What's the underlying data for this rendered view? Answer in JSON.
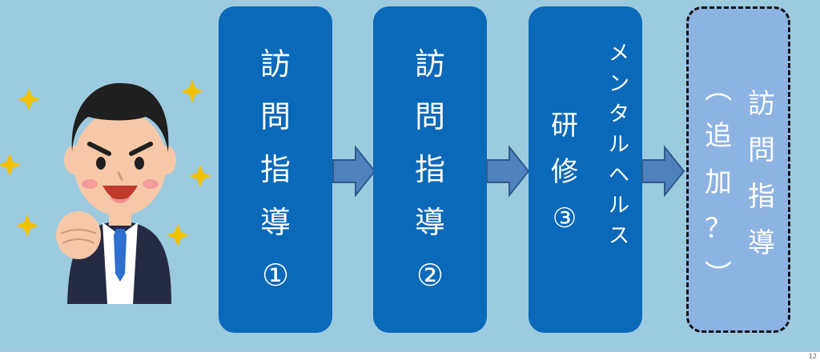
{
  "boxes": [
    {
      "chars": [
        "訪",
        "問",
        "指",
        "導",
        "①"
      ]
    },
    {
      "chars": [
        "訪",
        "問",
        "指",
        "導",
        "②"
      ]
    },
    {
      "main_chars": [
        "研",
        "修",
        "③"
      ],
      "side_chars": [
        "メ",
        "ン",
        "タ",
        "ル",
        "ヘ",
        "ル",
        "ス"
      ]
    },
    {
      "left_chars": [
        "︵",
        "追",
        "加",
        "？",
        "︶"
      ],
      "right_chars": [
        "訪",
        "問",
        "指",
        "導"
      ]
    }
  ],
  "page_number": "12",
  "colors": {
    "background": "#9ccbe0",
    "box": "#0a69b8",
    "optional_box": "#8db3e2",
    "arrow": "#4f81bd"
  }
}
